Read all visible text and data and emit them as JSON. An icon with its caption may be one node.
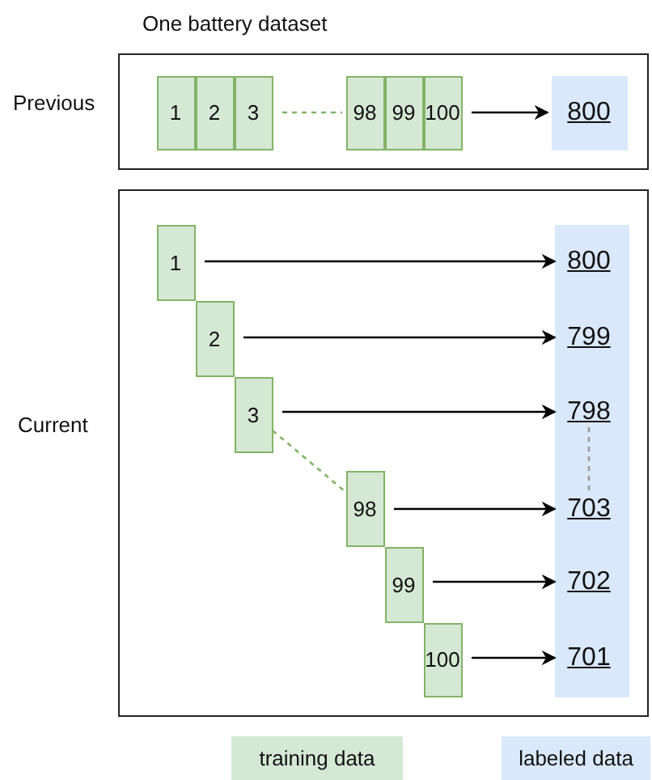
{
  "diagram": {
    "nodes": [
      {
        "text": [
          "One battery dataset"
        ],
        "beside": [
          "Previous"
        ]
      },
      {
        "text": [
          "1"
        ],
        "in": 0
      },
      {
        "text": [
          "2"
        ],
        "in": 0
      },
      {
        "text": [
          "3"
        ],
        "in": 0
      },
      {
        "text": [
          "98"
        ],
        "in": 0
      },
      {
        "text": [
          "99"
        ],
        "in": 0
      },
      {
        "text": [
          "100"
        ],
        "in": 0
      },
      {
        "text": [
          "800"
        ],
        "in": 0
      },
      {
        "text": [],
        "shape": "box",
        "beside": [
          "Current"
        ]
      },
      {
        "text": [
          "1"
        ],
        "in": 8
      },
      {
        "text": [
          "2"
        ],
        "in": 8
      },
      {
        "text": [
          "3"
        ],
        "in": 8
      },
      {
        "text": [
          "98"
        ],
        "in": 8
      },
      {
        "text": [
          "99"
        ],
        "in": 8
      },
      {
        "text": [
          "100"
        ],
        "in": 8
      },
      {
        "text": [],
        "shape": "bar",
        "in": 8
      },
      {
        "text": [
          "800"
        ],
        "in": 15
      },
      {
        "text": [
          "799"
        ],
        "in": 15
      },
      {
        "text": [
          "798"
        ],
        "in": 15
      },
      {
        "text": [
          "703"
        ],
        "in": 15
      },
      {
        "text": [
          "702"
        ],
        "in": 15
      },
      {
        "text": [
          "701"
        ],
        "in": 15
      }
    ],
    "edges": [
      {
        "from": 3,
        "to": 4,
        "arrow": "none",
        "style": "dashed",
        "color": "#82b366"
      },
      {
        "from": 6,
        "to": 7,
        "arrow": "to"
      },
      {
        "from": 9,
        "to": 16,
        "arrow": "to"
      },
      {
        "from": 10,
        "to": 17,
        "arrow": "to"
      },
      {
        "from": 11,
        "to": 18,
        "arrow": "to"
      },
      {
        "from": 11,
        "to": 12,
        "arrow": "none",
        "style": "dashed",
        "color": "#82b366"
      },
      {
        "from": 18,
        "to": 19,
        "arrow": "none",
        "style": "dashed",
        "color": "#999999"
      },
      {
        "from": 12,
        "to": 19,
        "arrow": "to"
      },
      {
        "from": 13,
        "to": 20,
        "arrow": "to"
      },
      {
        "from": 14,
        "to": 21,
        "arrow": "to"
      }
    ],
    "legend": [
      {
        "text": "training data",
        "color": "#d5e8d4"
      },
      {
        "text": "labeled data",
        "color": "#dae8fc"
      }
    ]
  }
}
